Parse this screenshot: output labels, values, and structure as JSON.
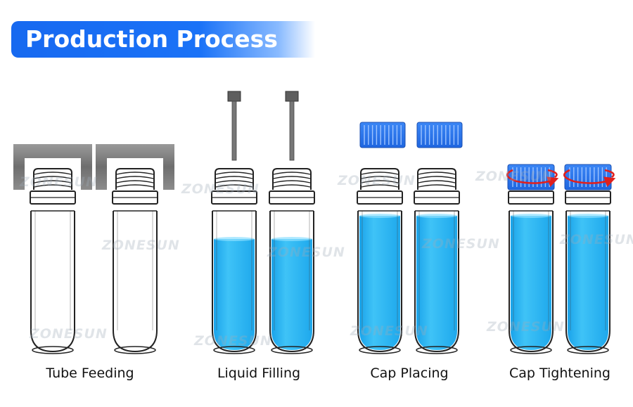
{
  "header": {
    "title": "Production Process"
  },
  "stages": [
    {
      "label": "Tube Feeding"
    },
    {
      "label": "Liquid Filling"
    },
    {
      "label": "Cap Placing"
    },
    {
      "label": "Cap Tightening"
    }
  ],
  "watermark": "ZONESUN",
  "colors": {
    "banner": "#1769f0",
    "liquid": "#2bb7f2",
    "cap": "#2f7cf2",
    "rotation_arrow": "#e0201e",
    "nozzle": "#6a6a6a",
    "holder": "#7a7a7a"
  }
}
